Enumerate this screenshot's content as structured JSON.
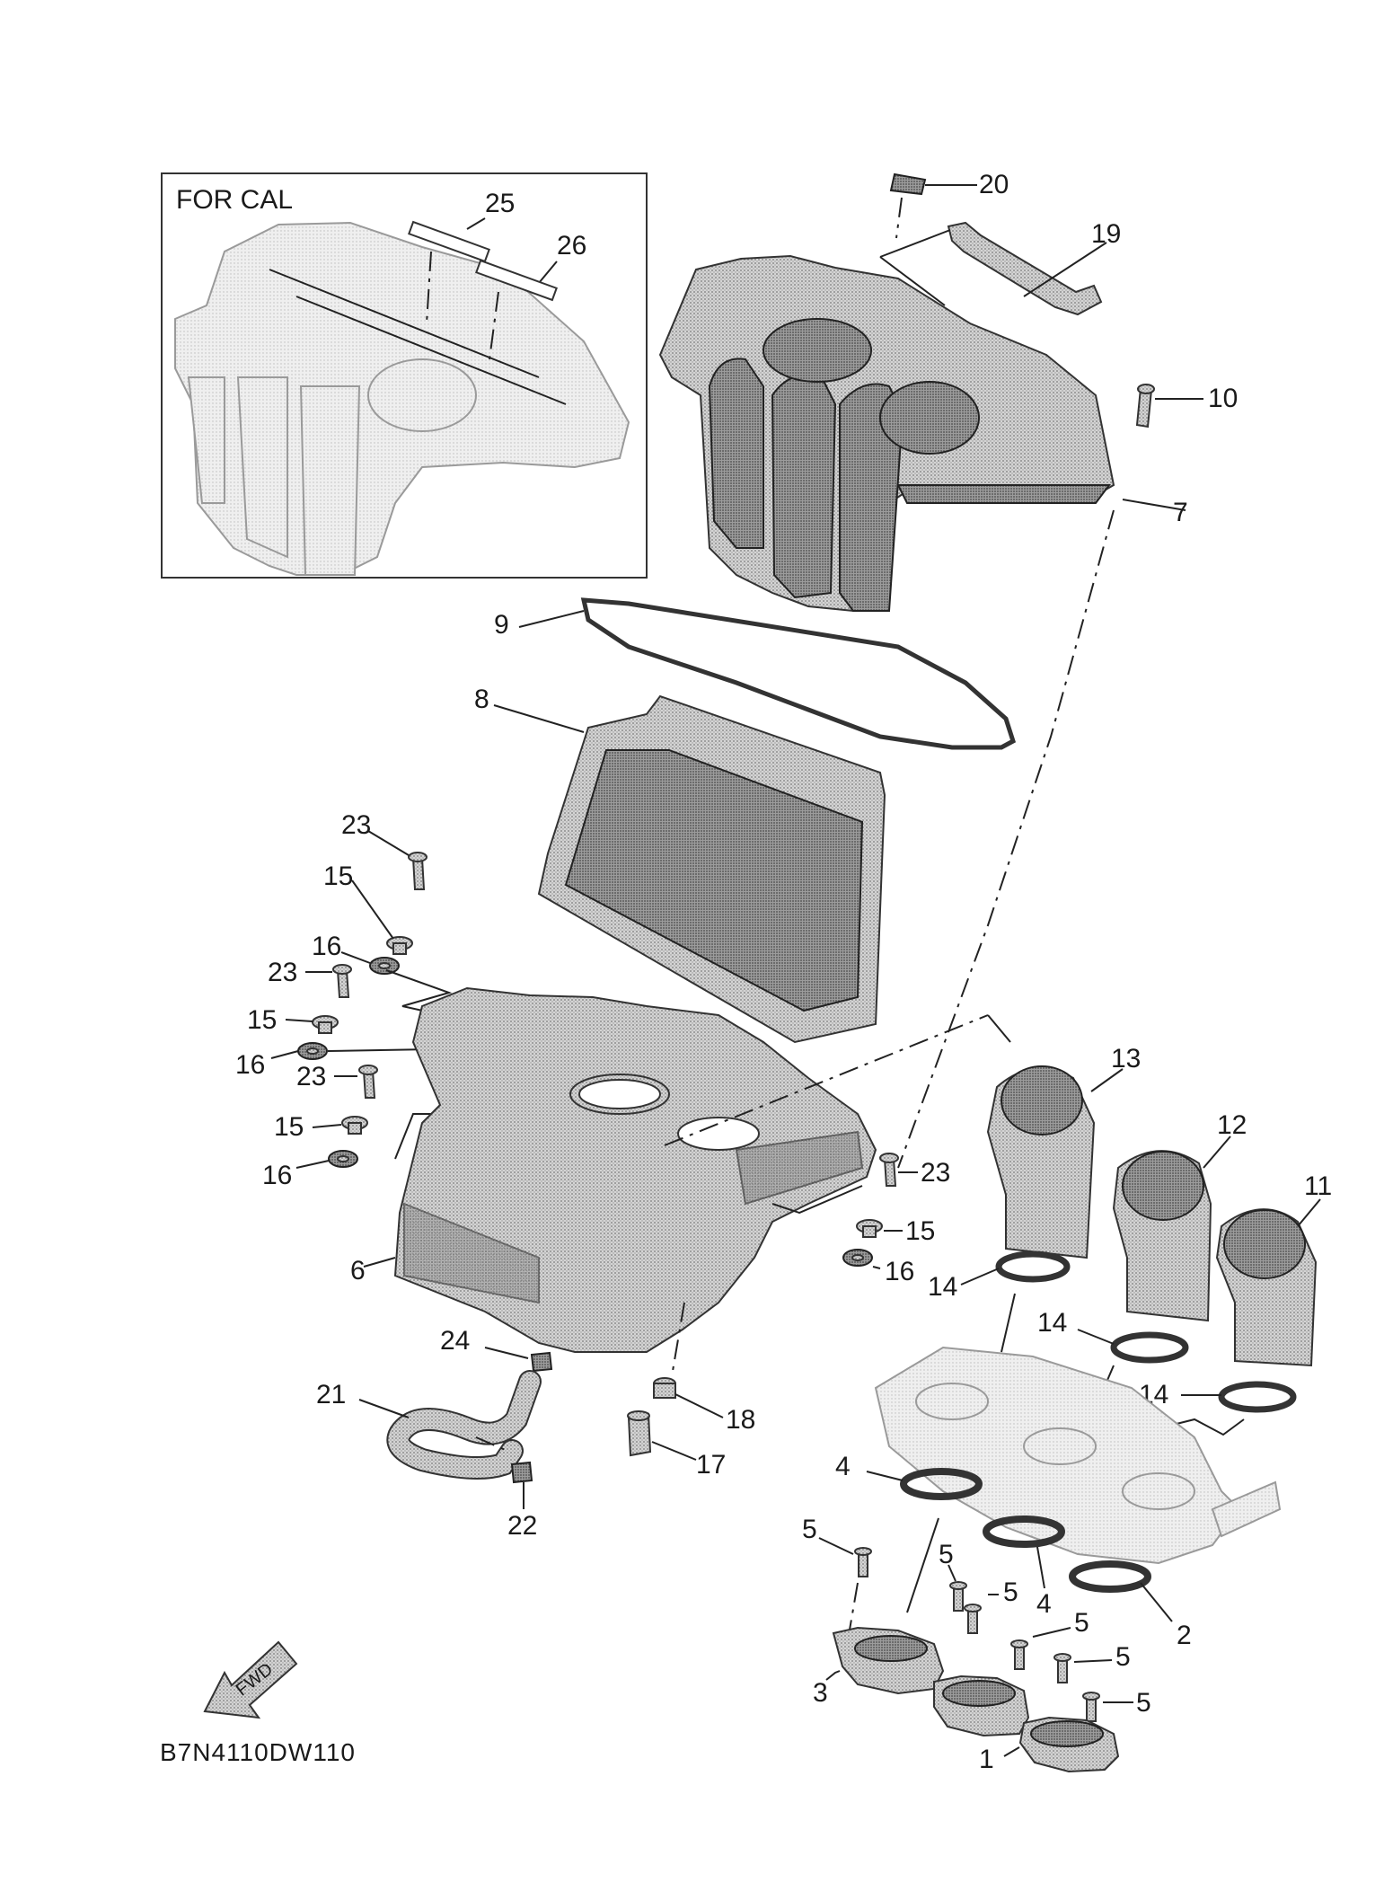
{
  "inset": {
    "title": "FOR CAL"
  },
  "drawing_code": "B7N4110DW110",
  "fwd_label": "FWD",
  "callouts": [
    {
      "id": "c20",
      "text": "20"
    },
    {
      "id": "c19",
      "text": "19"
    },
    {
      "id": "c10",
      "text": "10"
    },
    {
      "id": "c7",
      "text": "7"
    },
    {
      "id": "c9",
      "text": "9"
    },
    {
      "id": "c8",
      "text": "8"
    },
    {
      "id": "c25",
      "text": "25"
    },
    {
      "id": "c26",
      "text": "26"
    },
    {
      "id": "c23a",
      "text": "23"
    },
    {
      "id": "c15a",
      "text": "15"
    },
    {
      "id": "c16a",
      "text": "16"
    },
    {
      "id": "c23b",
      "text": "23"
    },
    {
      "id": "c15b",
      "text": "15"
    },
    {
      "id": "c16b",
      "text": "16"
    },
    {
      "id": "c23c",
      "text": "23"
    },
    {
      "id": "c15c",
      "text": "15"
    },
    {
      "id": "c16c",
      "text": "16"
    },
    {
      "id": "c6",
      "text": "6"
    },
    {
      "id": "c23d",
      "text": "23"
    },
    {
      "id": "c15d",
      "text": "15"
    },
    {
      "id": "c16d",
      "text": "16"
    },
    {
      "id": "c13",
      "text": "13"
    },
    {
      "id": "c12",
      "text": "12"
    },
    {
      "id": "c11",
      "text": "11"
    },
    {
      "id": "c14a",
      "text": "14"
    },
    {
      "id": "c14b",
      "text": "14"
    },
    {
      "id": "c14c",
      "text": "14"
    },
    {
      "id": "c24",
      "text": "24"
    },
    {
      "id": "c21",
      "text": "21"
    },
    {
      "id": "c18",
      "text": "18"
    },
    {
      "id": "c17",
      "text": "17"
    },
    {
      "id": "c22",
      "text": "22"
    },
    {
      "id": "c4a",
      "text": "4"
    },
    {
      "id": "c4b",
      "text": "4"
    },
    {
      "id": "c2",
      "text": "2"
    },
    {
      "id": "c5a",
      "text": "5"
    },
    {
      "id": "c5b",
      "text": "5"
    },
    {
      "id": "c5c",
      "text": "5"
    },
    {
      "id": "c5d",
      "text": "5"
    },
    {
      "id": "c5e",
      "text": "5"
    },
    {
      "id": "c5f",
      "text": "5"
    },
    {
      "id": "c3",
      "text": "3"
    },
    {
      "id": "c1",
      "text": "1"
    }
  ]
}
